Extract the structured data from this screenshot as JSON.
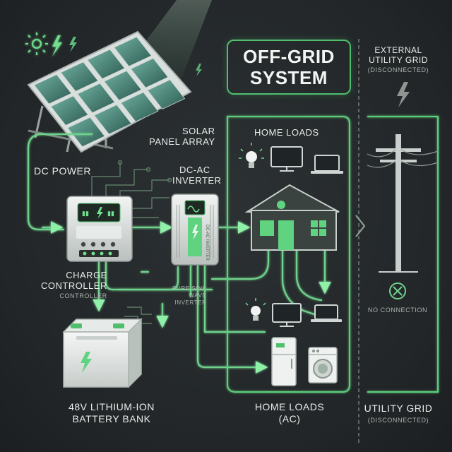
{
  "title": {
    "line1": "OFF-GRID",
    "line2": "SYSTEM"
  },
  "solar": {
    "label_line1": "SOLAR",
    "label_line2": "PANEL ARRAY"
  },
  "dc_power": "DC POWER",
  "inverter": {
    "label_line1": "DC-AC",
    "label_line2": "INVERTER",
    "device_text": "DC-AC INVERTER",
    "note_line1": "PURE SINE",
    "note_line2": "WAVE",
    "note_line3": "INVERTER"
  },
  "controller": {
    "label_line1": "CHARGE",
    "label_line2": "CONTROLLER",
    "sub": "CONTROLLER"
  },
  "battery": {
    "label_line1": "48V LITHIUM-ION",
    "label_line2": "BATTERY BANK"
  },
  "home_loads_top": "HOME LOADS",
  "home_loads_bottom": {
    "line1": "HOME LOADS",
    "line2": "(AC)"
  },
  "grid_top": {
    "line1": "EXTERNAL",
    "line2": "UTILITY GRID",
    "sub": "(DISCONNECTED)"
  },
  "no_connection": "NO CONNECTION",
  "grid_bottom": {
    "line1": "UTILITY GRID",
    "sub": "(DISCONNECTED)"
  },
  "colors": {
    "accent": "#5fd37f",
    "background": "#23272a",
    "line": "#6fd38c"
  },
  "icons": [
    "sun-icon",
    "lightning-icon",
    "solar-panel-icon",
    "charge-controller-icon",
    "inverter-icon",
    "battery-icon",
    "house-icon",
    "light-bulb-icon",
    "monitor-icon",
    "laptop-icon",
    "refrigerator-icon",
    "washing-machine-icon",
    "utility-pole-icon",
    "no-connection-icon"
  ]
}
